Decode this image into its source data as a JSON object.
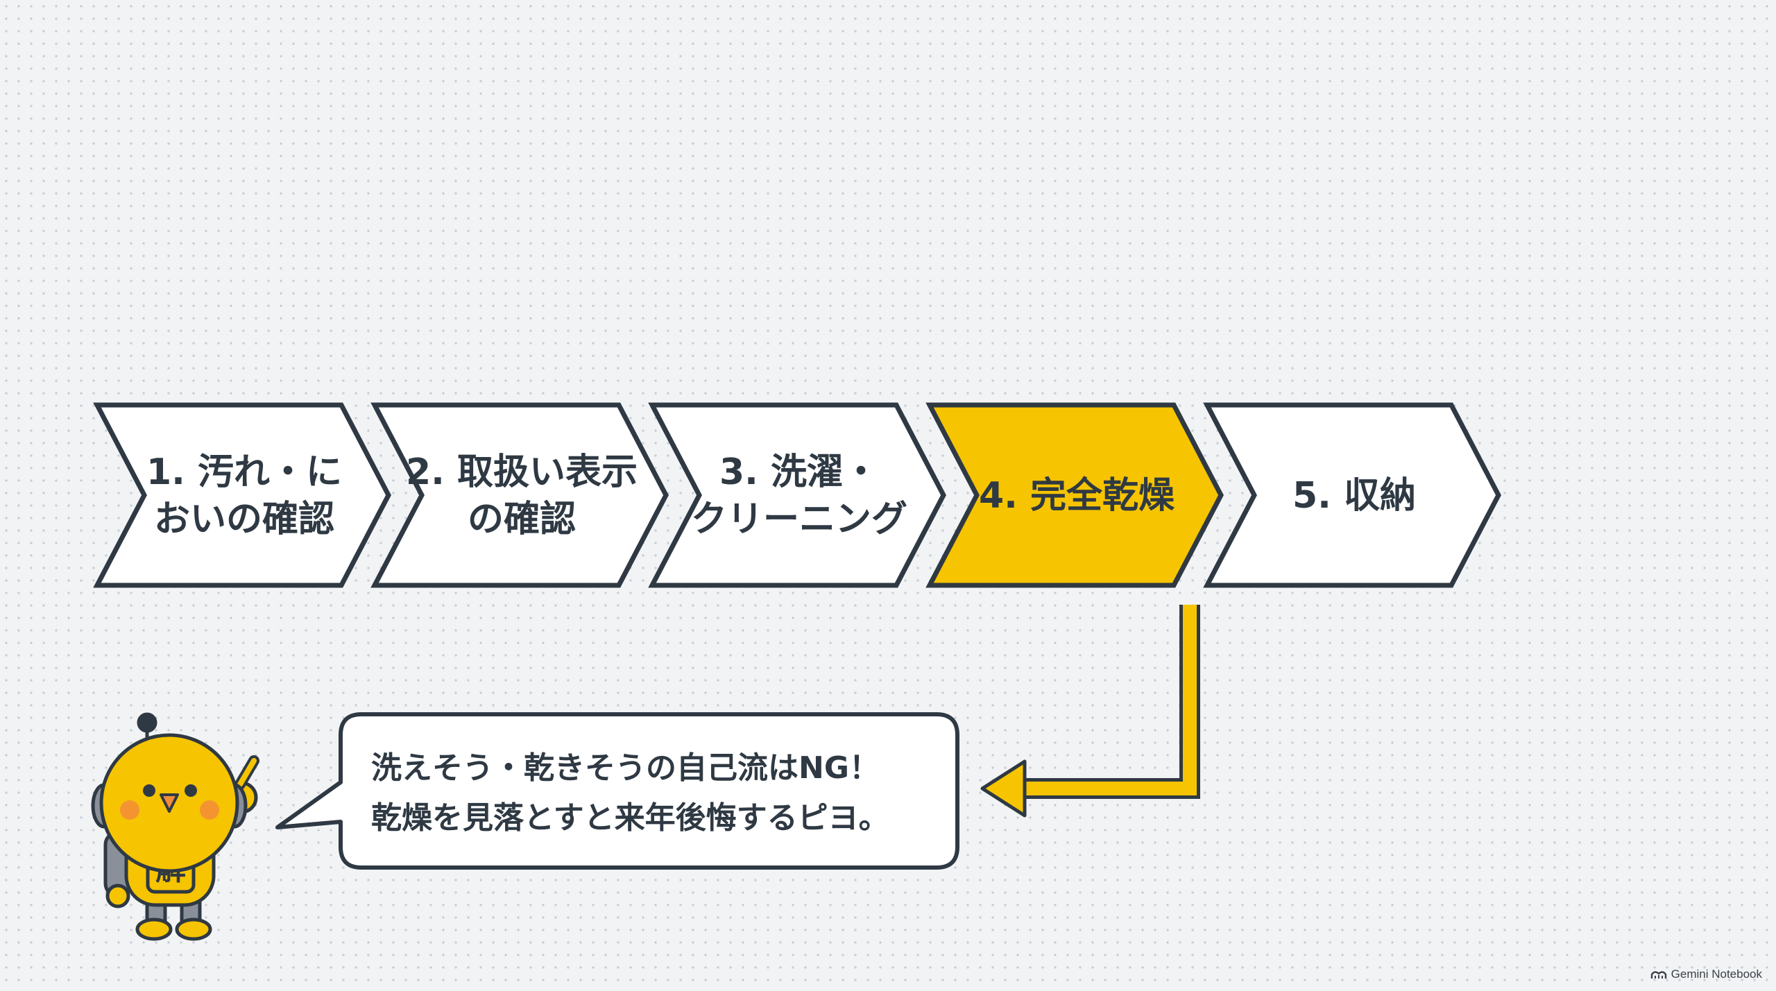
{
  "steps": [
    {
      "lines": [
        "1. 汚れ・に",
        "おいの確認"
      ],
      "highlighted": false
    },
    {
      "lines": [
        "2. 取扱い表示",
        "の確認"
      ],
      "highlighted": false
    },
    {
      "lines": [
        "3. 洗濯・",
        "クリーニング"
      ],
      "highlighted": false
    },
    {
      "lines": [
        "4. 完全乾燥"
      ],
      "highlighted": true
    },
    {
      "lines": [
        "5. 収納"
      ],
      "highlighted": false
    }
  ],
  "callout": {
    "line1": "洗えそう・乾きそうの自己流はNG！",
    "line2": "乾燥を見落とすと来年後悔するピヨ。"
  },
  "mascot": {
    "badge": "解",
    "icon": "robot-chick-pointing-icon"
  },
  "footer": {
    "brand": "Gemini Notebook",
    "icon": "notebook-logo-icon"
  },
  "colors": {
    "accent": "#f6c400",
    "outline": "#2f3943",
    "step_fill": "#ffffff",
    "background": "#f1f3f5"
  }
}
